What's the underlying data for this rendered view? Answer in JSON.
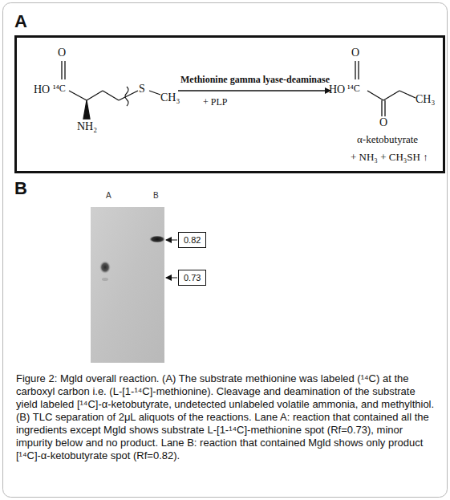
{
  "diagram": {
    "caption": "Figure 2: Mgld overall reaction. (A) The substrate methionine was labeled (¹⁴C) at the carboxyl carbon i.e. (L-[1-¹⁴C]-methionine). Cleavage and deamination of the substrate yield labeled [¹⁴C]-α-ketobutyrate, undetected unlabeled volatile ammonia, and methylthiol. (B) TLC separation of 2μL aliquots of the reactions. Lane A: reaction that contained all the ingredients except Mgld shows substrate L-[1-¹⁴C]-methionine spot (Rf=0.73), minor impurity below and no product. Lane B: reaction that contained Mgld shows only product [¹⁴C]-α-ketobutyrate spot (Rf=0.82).",
    "nodes": [
      {
        "text": [
          "Methionine gamma lyase-deaminase",
          "+ PLP",
          "α-ketobutyrate",
          "+ NH₃ + CH₃SH ↑"
        ]
      },
      {
        "text": [
          "0.82"
        ]
      },
      {
        "text": [
          "0.73"
        ]
      }
    ],
    "labels": [
      "A",
      "O",
      "HO",
      "¹⁴C",
      "NH₂",
      "S",
      "CH₃",
      "O",
      "HO",
      "¹⁴C",
      "O",
      "CH₃",
      "B",
      "A",
      "B"
    ]
  }
}
